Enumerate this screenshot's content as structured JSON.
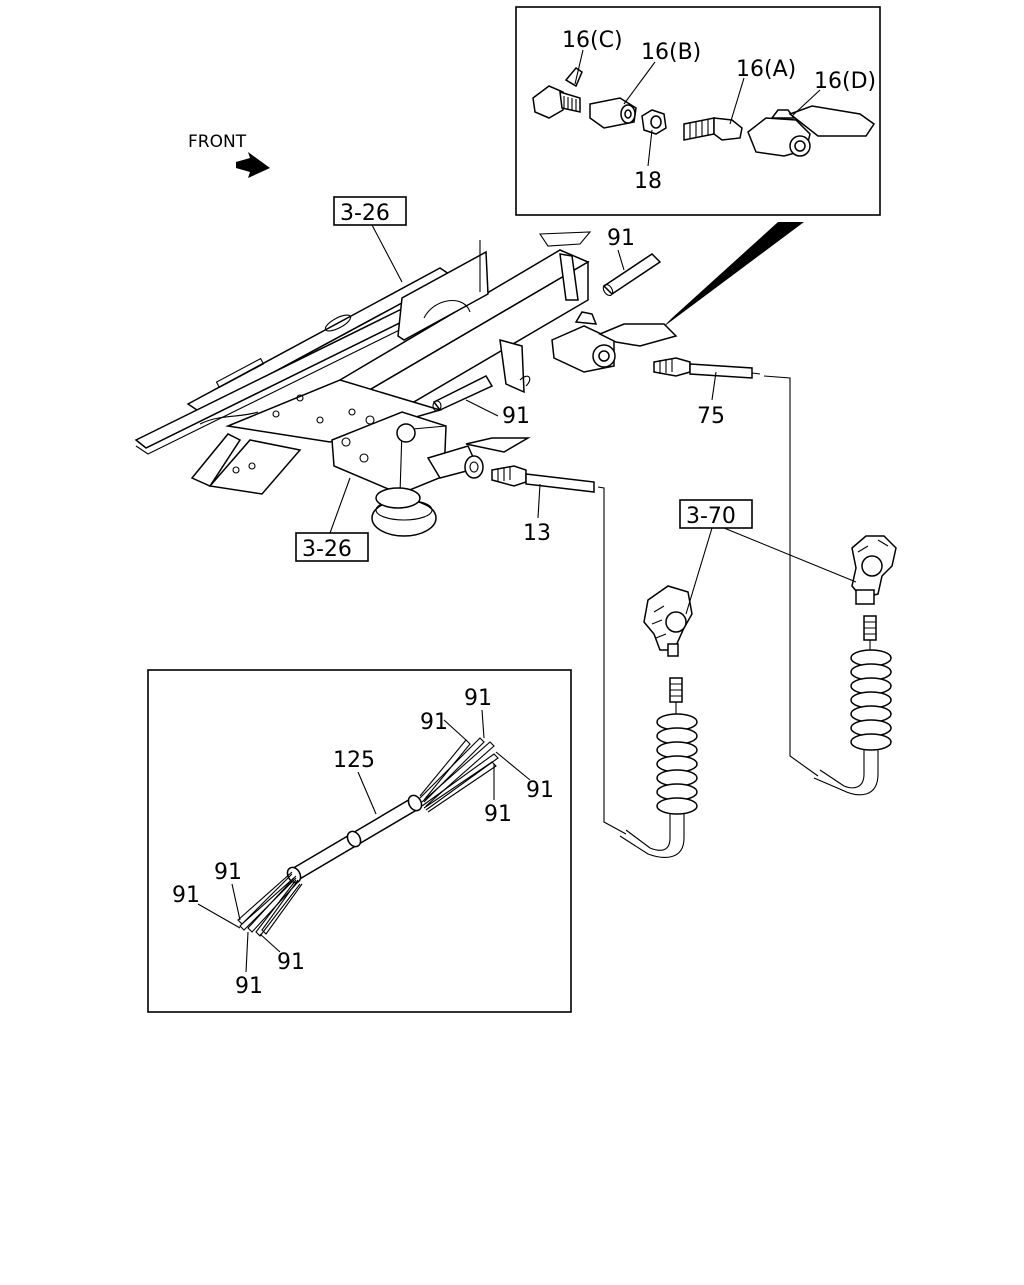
{
  "direction_label": "FRONT",
  "reference_boxes": [
    "3-26",
    "3-26",
    "3-70"
  ],
  "callouts": {
    "inset_top": [
      "16(C)",
      "16(B)",
      "16(A)",
      "16(D)",
      "18"
    ],
    "main": [
      "91",
      "91",
      "75",
      "13"
    ],
    "inset_bottom": [
      "125",
      "91",
      "91",
      "91",
      "91",
      "91",
      "91",
      "91",
      "91"
    ]
  },
  "icons": [
    "front-arrow-icon"
  ]
}
